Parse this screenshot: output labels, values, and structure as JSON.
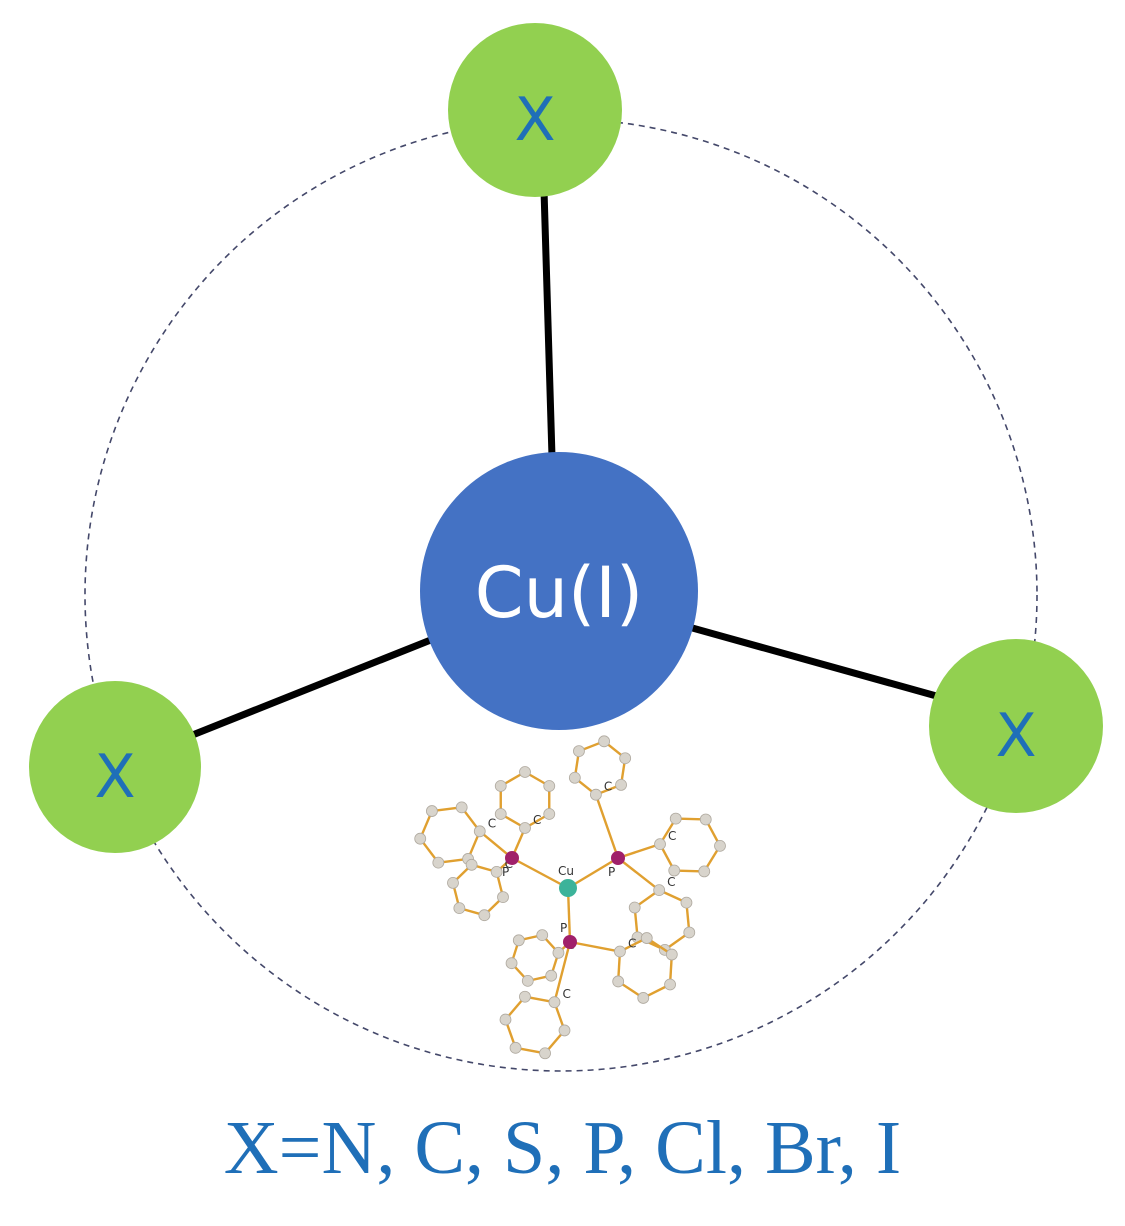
{
  "diagram": {
    "center": {
      "label": "Cu(I)",
      "color": "#4472C4",
      "text_color": "#ffffff"
    },
    "ligands": [
      {
        "label": "X"
      },
      {
        "label": "X"
      },
      {
        "label": "X"
      }
    ],
    "ligand_color": "#92D050",
    "ligand_text_color": "#1f6fb8",
    "bond_color": "#000000",
    "sphere_color": "#44486a",
    "structure": {
      "central_atom": "Cu",
      "donor_atom": "P",
      "ring_atom": "C",
      "cu_color": "#3cb39a",
      "p_color": "#a0206a",
      "bond_color": "#e0a030",
      "atom_color": "#d8d4cc"
    }
  },
  "caption": {
    "text": "X=N, C, S, P, Cl, Br, I",
    "color": "#1f6fb8"
  }
}
